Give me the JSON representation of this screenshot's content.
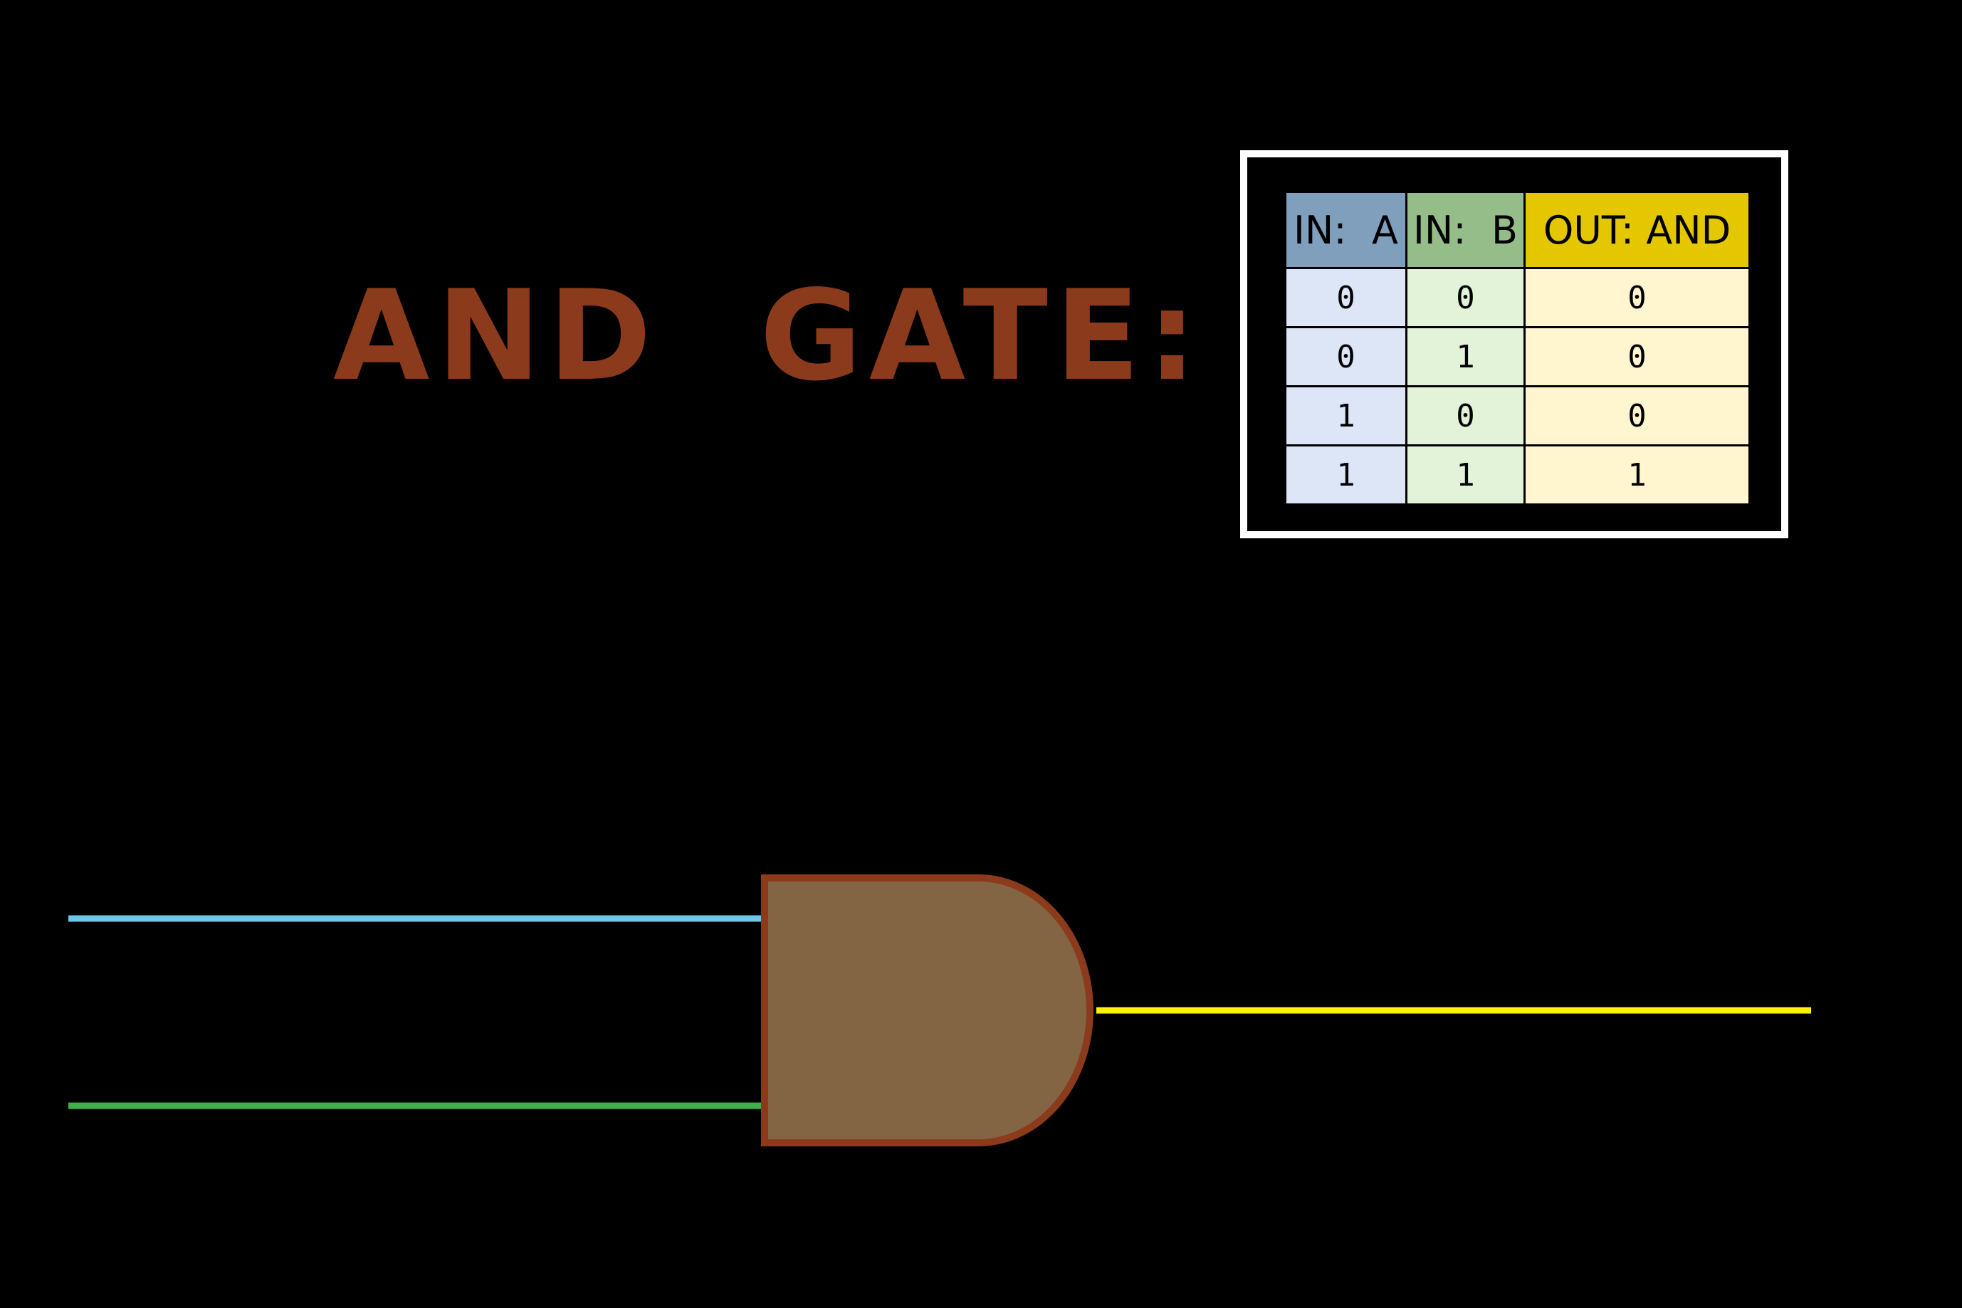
{
  "title": {
    "text": "AND  GATE:",
    "color": "#8b3a1c"
  },
  "truth_table": {
    "headers": [
      {
        "label": "IN:  A",
        "color": "#7f9fbd"
      },
      {
        "label": "IN:  B",
        "color": "#95bd89"
      },
      {
        "label": "OUT:  AND",
        "color": "#e5c700"
      }
    ],
    "cell_colors": [
      "#dce6f7",
      "#e2f3da",
      "#fff6cf"
    ],
    "rows": [
      [
        "0",
        "0",
        "0"
      ],
      [
        "0",
        "1",
        "0"
      ],
      [
        "1",
        "0",
        "0"
      ],
      [
        "1",
        "1",
        "1"
      ]
    ]
  },
  "gate": {
    "fill": "#846543",
    "stroke": "#8b3a1c",
    "input_a_color": "#6ec6e6",
    "input_b_color": "#3fb04a",
    "output_color": "#fff200"
  }
}
